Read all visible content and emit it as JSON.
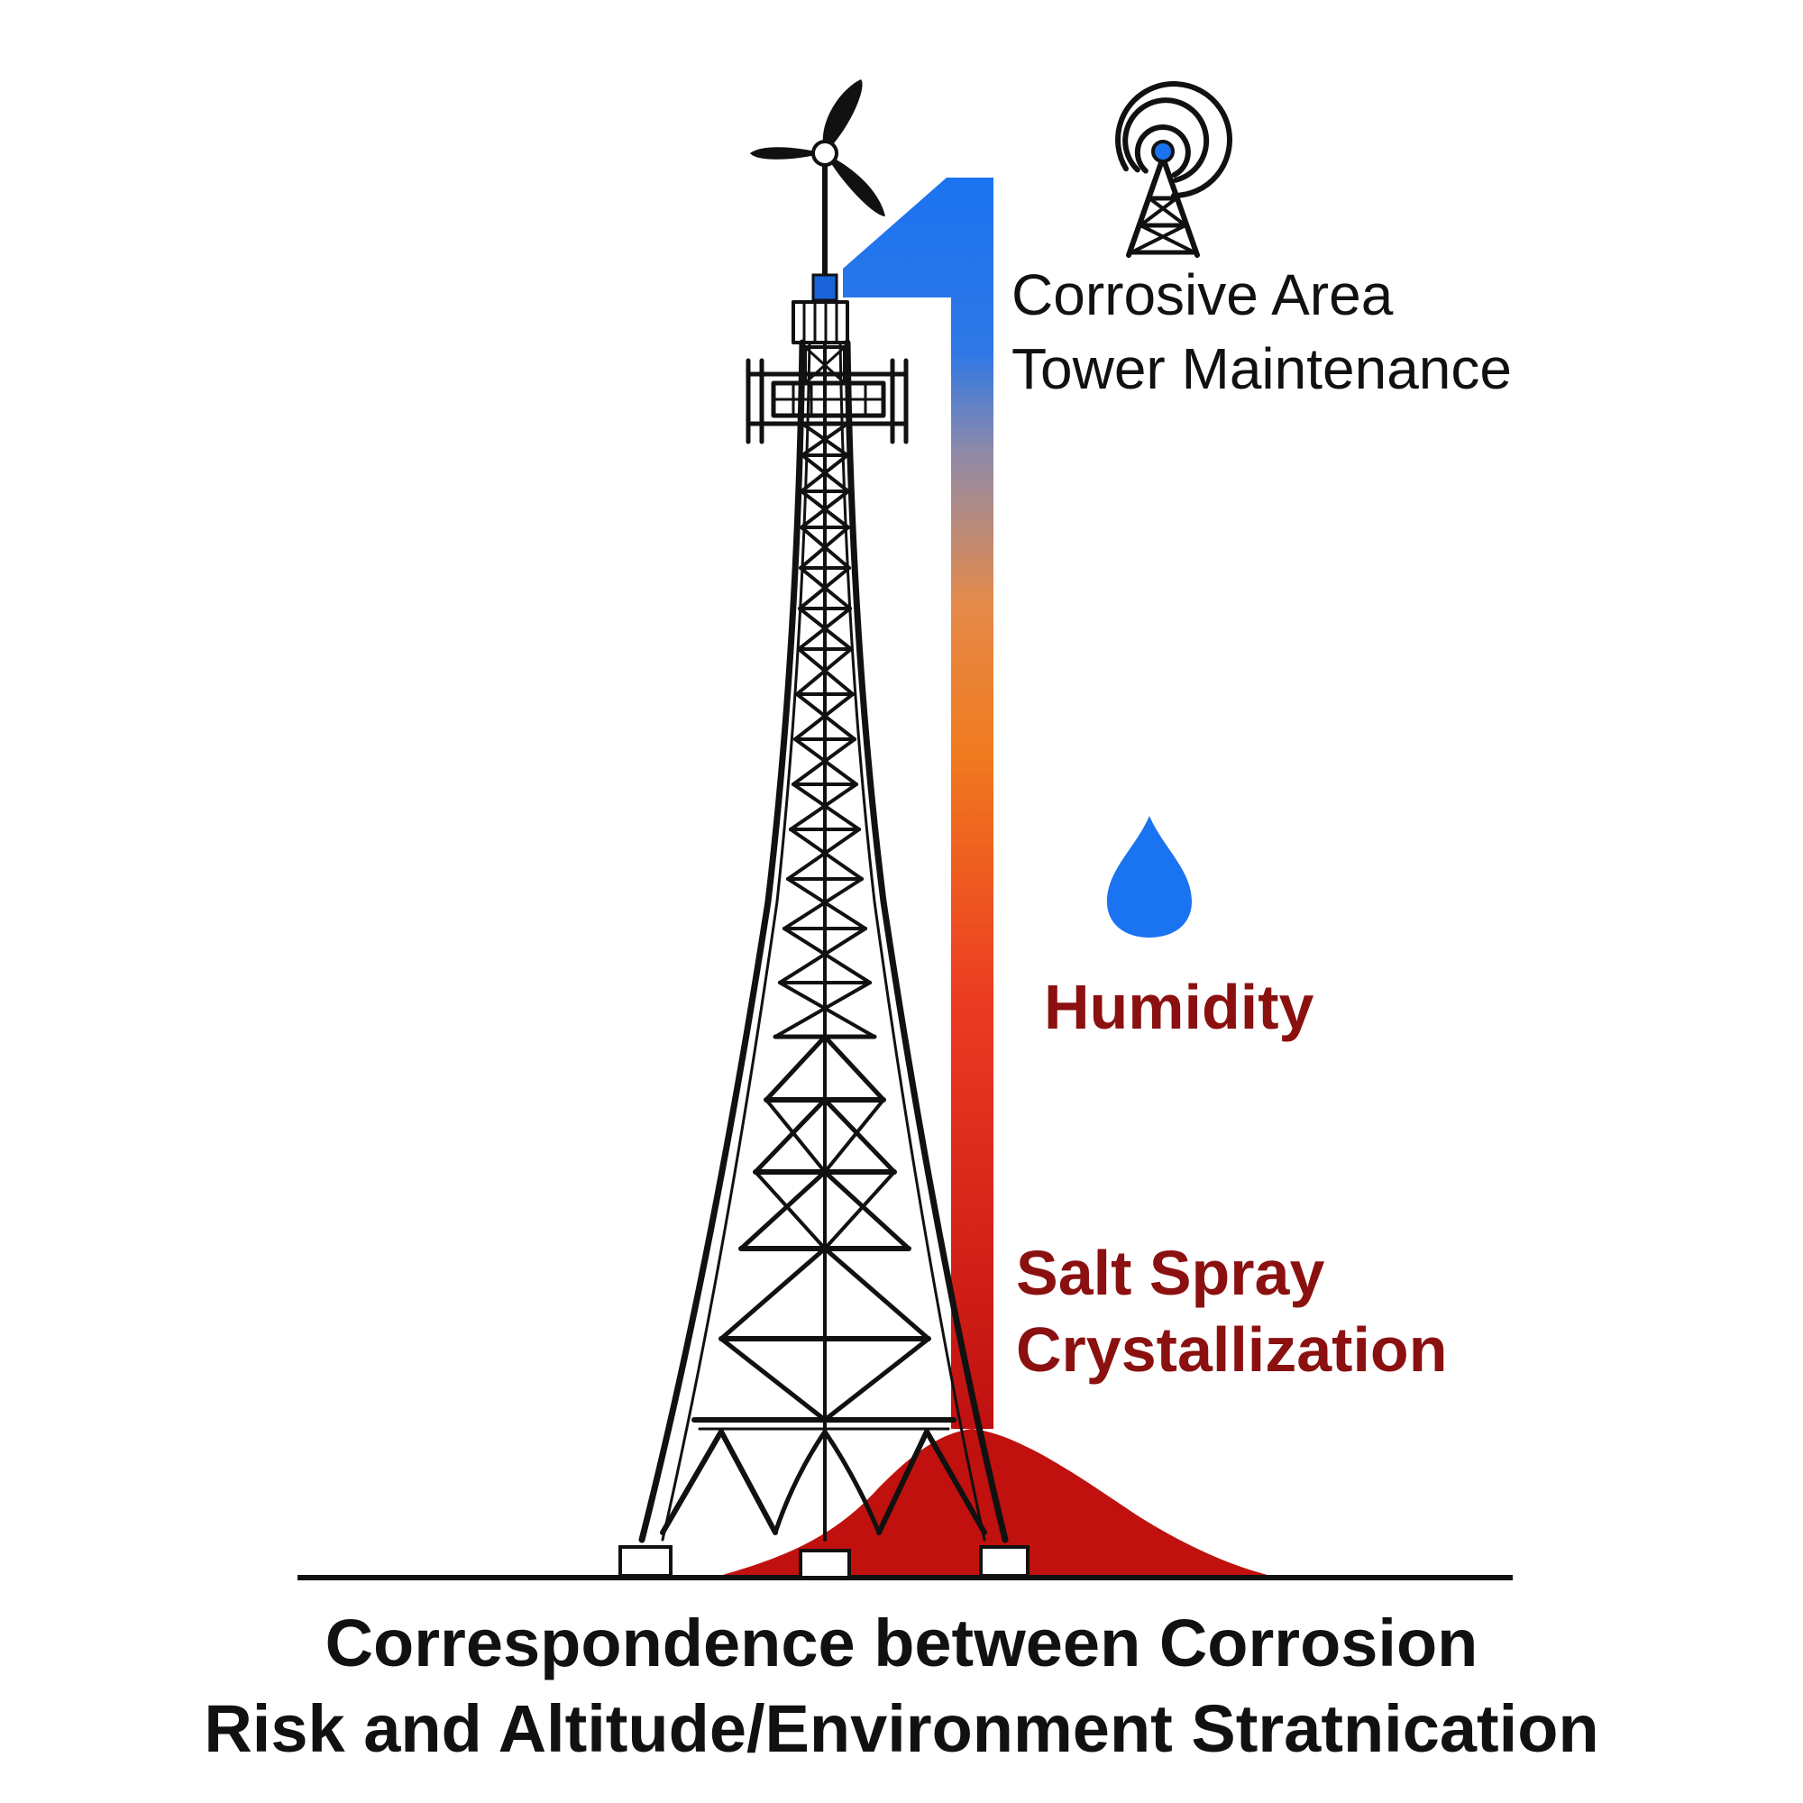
{
  "labels": {
    "top_line1": "Corrosive Area",
    "top_line2": "Tower Maintenance",
    "humidity": "Humidity",
    "salt_line1": "Salt Spray",
    "salt_line2": "Crystallization"
  },
  "caption": {
    "line1": "Correspondence between Corrosion",
    "line2": "Risk and Altitude/Environment Stratnication"
  },
  "colors": {
    "band_top": "#1a73f0",
    "band_mid": "#f07a1f",
    "band_bottom": "#c01010",
    "salt_fill": "#c0110f",
    "label_dark_red": "#8b1010",
    "droplet": "#1a73f0",
    "structure": "#111111"
  },
  "icons": [
    "wind-turbine-icon",
    "radio-tower-icon",
    "water-drop-icon"
  ]
}
